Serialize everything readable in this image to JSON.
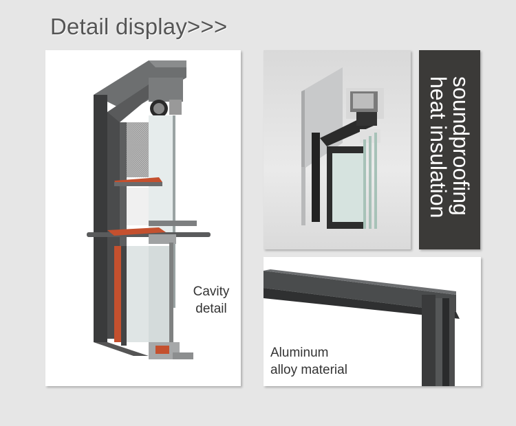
{
  "header": {
    "title": "Detail display>>>"
  },
  "panels": {
    "cavity": {
      "line1": "Cavity",
      "line2": "detail"
    },
    "insulation": {
      "line1": "soundproofing",
      "line2": "heat insulation"
    },
    "material": {
      "line1": "Aluminum",
      "line2": "alloy material"
    }
  },
  "colors": {
    "background": "#e6e6e6",
    "frame": "#3c3d3d",
    "accent_strip": "#c4502e",
    "dark_panel": "#3b3a38"
  }
}
